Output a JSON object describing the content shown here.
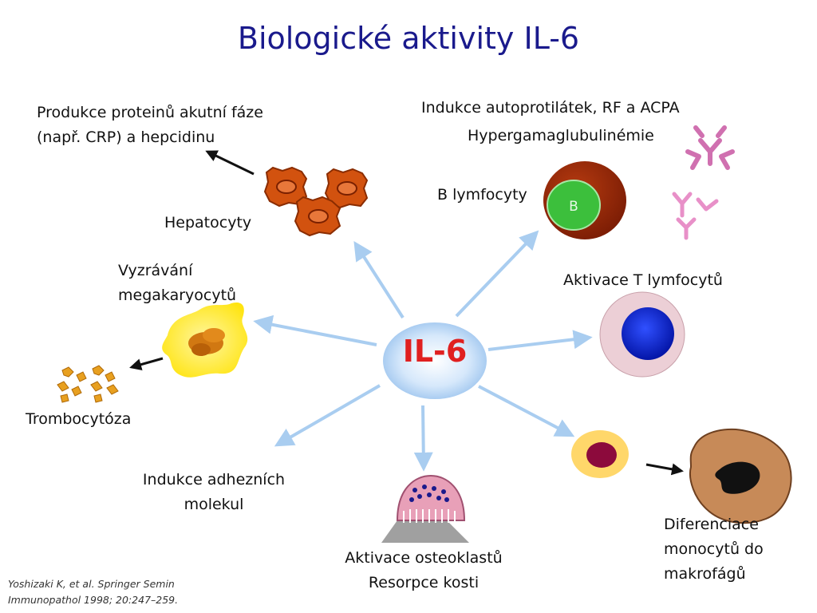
{
  "title": "Biologické aktivity IL-6",
  "center_label": "IL-6",
  "labels": {
    "acute_phase": [
      "Produkce proteinů akutní fáze",
      "(např. CRP) a hepcidinu"
    ],
    "hepatocytes": "Hepatocyty",
    "megakaryocyte": [
      "Vyzrávání",
      "megakaryocytů"
    ],
    "thrombocytosis": "Trombocytóza",
    "adhesion": [
      "Indukce adhezních",
      "molekul"
    ],
    "osteoclast": [
      "Aktivace osteoklastů",
      "Resorpce kosti"
    ],
    "monocyte": [
      "Diferenciace",
      "monocytů do",
      "makrofágů"
    ],
    "t_cell": "Aktivace T lymfocytů",
    "b_cell": "B lymfocyty",
    "b_letter": "B",
    "autoantibodies": "Indukce autoprotilátek, RF a ACPA",
    "hypergamma": "Hypergamaglubulinémie"
  },
  "citation": [
    "Yoshizaki K, et al. Springer Semin",
    "Immunopathol 1998; 20:247–259."
  ],
  "colors": {
    "title": "#1a1a8c",
    "center_text": "#e02020",
    "arrow": "#a9cdf0",
    "hepatocyte": "#d2520f",
    "b_cell_outer": "#9b2a08",
    "b_cell_inner": "#3cbf3c",
    "t_cell_nucleus": "#1020d8",
    "t_cell_cyto": "#eccfd6",
    "megakaryocyte": "#ffee22",
    "platelet": "#e8a020",
    "antibody": "#e890c8",
    "monocyte": "#ffd76a",
    "monocyte_nucleus": "#8c0a3c",
    "macrophage": "#c78a58",
    "osteoclast": "#e8a0b8"
  }
}
